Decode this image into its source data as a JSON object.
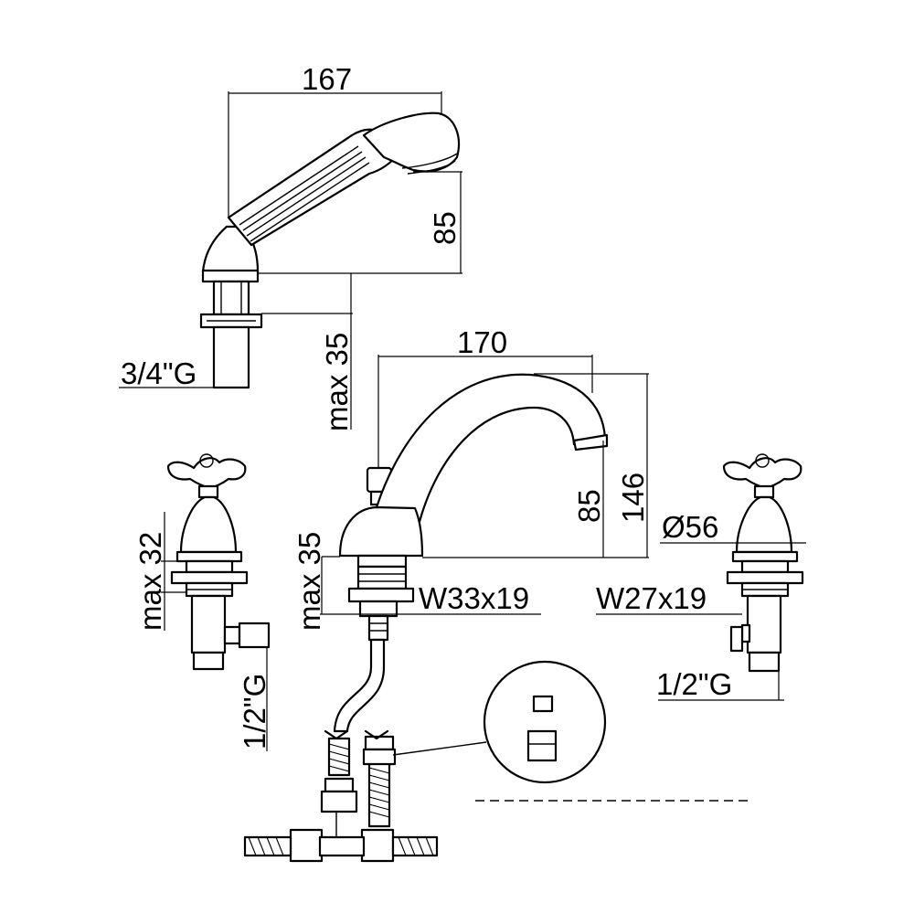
{
  "dimensions": {
    "handshower_length": "167",
    "handshower_height": "85",
    "handshower_deck_max": "max 35",
    "handshower_thread": "3/4\"G",
    "spout_reach": "170",
    "spout_outlet_height": "85",
    "spout_total_height": "146",
    "spout_deck_max": "max 35",
    "spout_connection": "W33x19",
    "valve_left_deck_max": "max 32",
    "valve_left_thread": "1/2\"G",
    "valve_right_diameter": "Ø56",
    "valve_right_connection": "W27x19",
    "valve_right_thread": "1/2\"G"
  }
}
